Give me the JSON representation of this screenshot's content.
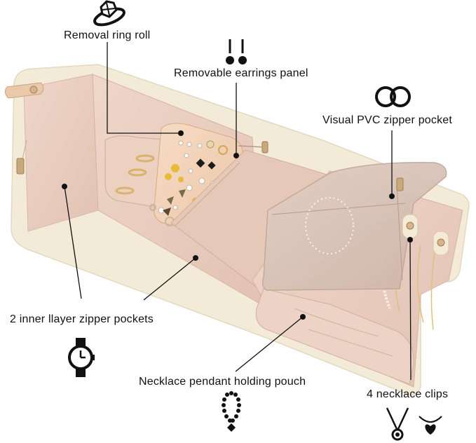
{
  "callouts": {
    "ring_roll": "Removal ring roll",
    "earrings_panel": "Removable earrings panel",
    "pvc_pocket": "Visual PVC zipper pocket",
    "inner_pockets": "2 inner llayer zipper pockets",
    "pendant_pouch": "Necklace pendant holding pouch",
    "necklace_clips": "4 necklace clips"
  },
  "icons": {
    "ring": "diamond-ring-icon",
    "earrings": "stud-earrings-icon",
    "hoops": "hoop-earrings-icon",
    "watch": "wristwatch-icon",
    "necklace": "beaded-necklace-icon",
    "pendants": "pendant-necklaces-icon"
  },
  "colors": {
    "lining": "#ecd2c4",
    "trim": "#f3ead8",
    "strap": "#e9c9a9",
    "pvc": "#dcc8bd",
    "earring_panel": "#f3d5bb",
    "line": "#111111"
  }
}
